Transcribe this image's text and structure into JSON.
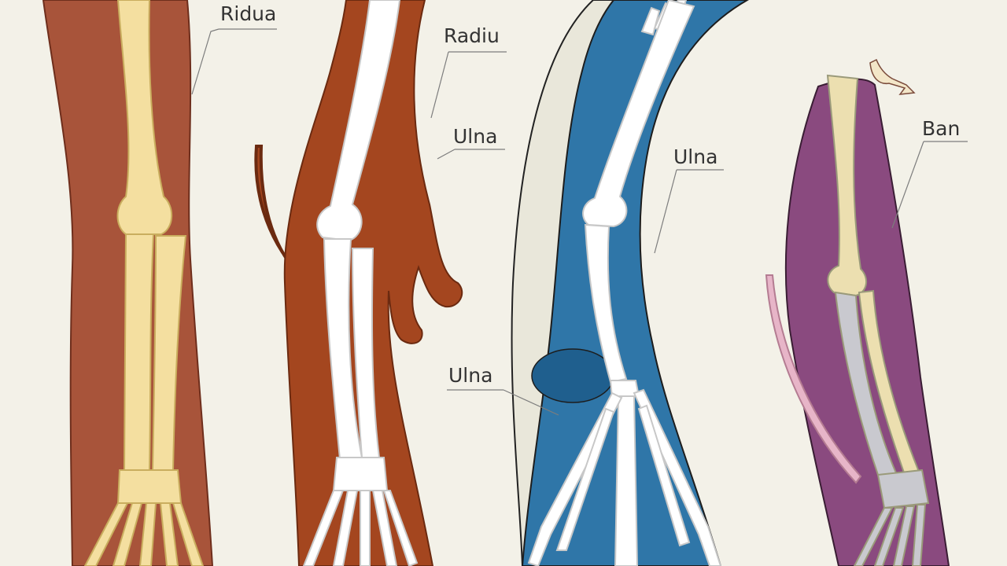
{
  "labels": {
    "panel1_top": "Ridua",
    "panel2_top": "Radiu",
    "panel2_mid": "Ulna",
    "panel3_mid": "Ulna",
    "panel3_low": "Ulna",
    "panel4_top": "Ban"
  },
  "colors": {
    "background": "#f3f1e8",
    "panel1_skin": "#a8543a",
    "panel1_bone": "#f4dfa0",
    "panel2_skin": "#a4461f",
    "panel2_bone": "#ffffff",
    "panel3_skin": "#2f76a8",
    "panel3_outer": "#e9e7da",
    "panel3_bone": "#ffffff",
    "panel4_skin": "#8a4a7f",
    "panel4_bone": "#ecdfb0",
    "panel4_bone_gray": "#c9c9cf",
    "panel4_claw": "#e7b5c8"
  }
}
